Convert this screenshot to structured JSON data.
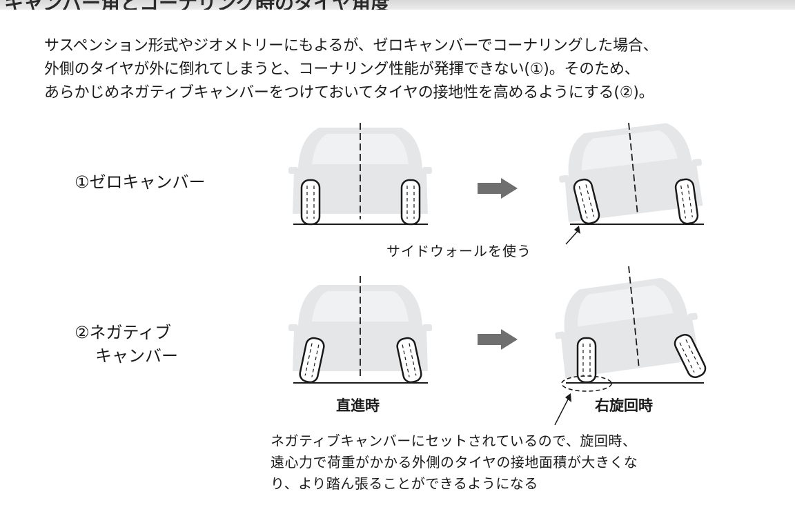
{
  "header": {
    "title": "キャンバー角とコーナリング時のタイヤ角度"
  },
  "intro": {
    "lines": [
      "サスペンション形式やジオメトリーにもよるが、ゼロキャンバーでコーナリングした場合、",
      "外側のタイヤが外に倒れてしまうと、コーナリング性能が発揮できない(①)。そのため、",
      "あらかじめネガティブキャンバーをつけておいてタイヤの接地性を高めるようにする(②)。"
    ]
  },
  "rows": {
    "zero": {
      "label": "①ゼロキャンバー"
    },
    "negative": {
      "label_line1": "②ネガティブ",
      "label_line2": "キャンバー"
    }
  },
  "captions": {
    "straight": "直進時",
    "turning": "右旋回時"
  },
  "annotations": {
    "sidewall": "サイドウォールを使う",
    "contact_lines": [
      "ネガティブキャンバーにセットされているので、旋回時、",
      "遠心力で荷重がかかる外側のタイヤの接地面積が大きくな",
      "り、より踏ん張ることができるようになる"
    ]
  },
  "colors": {
    "car_body": "#e4e6e8",
    "car_window": "#eff1f3",
    "arrow": "#6f6f6f",
    "tire_outline": "#1a1a1a"
  }
}
